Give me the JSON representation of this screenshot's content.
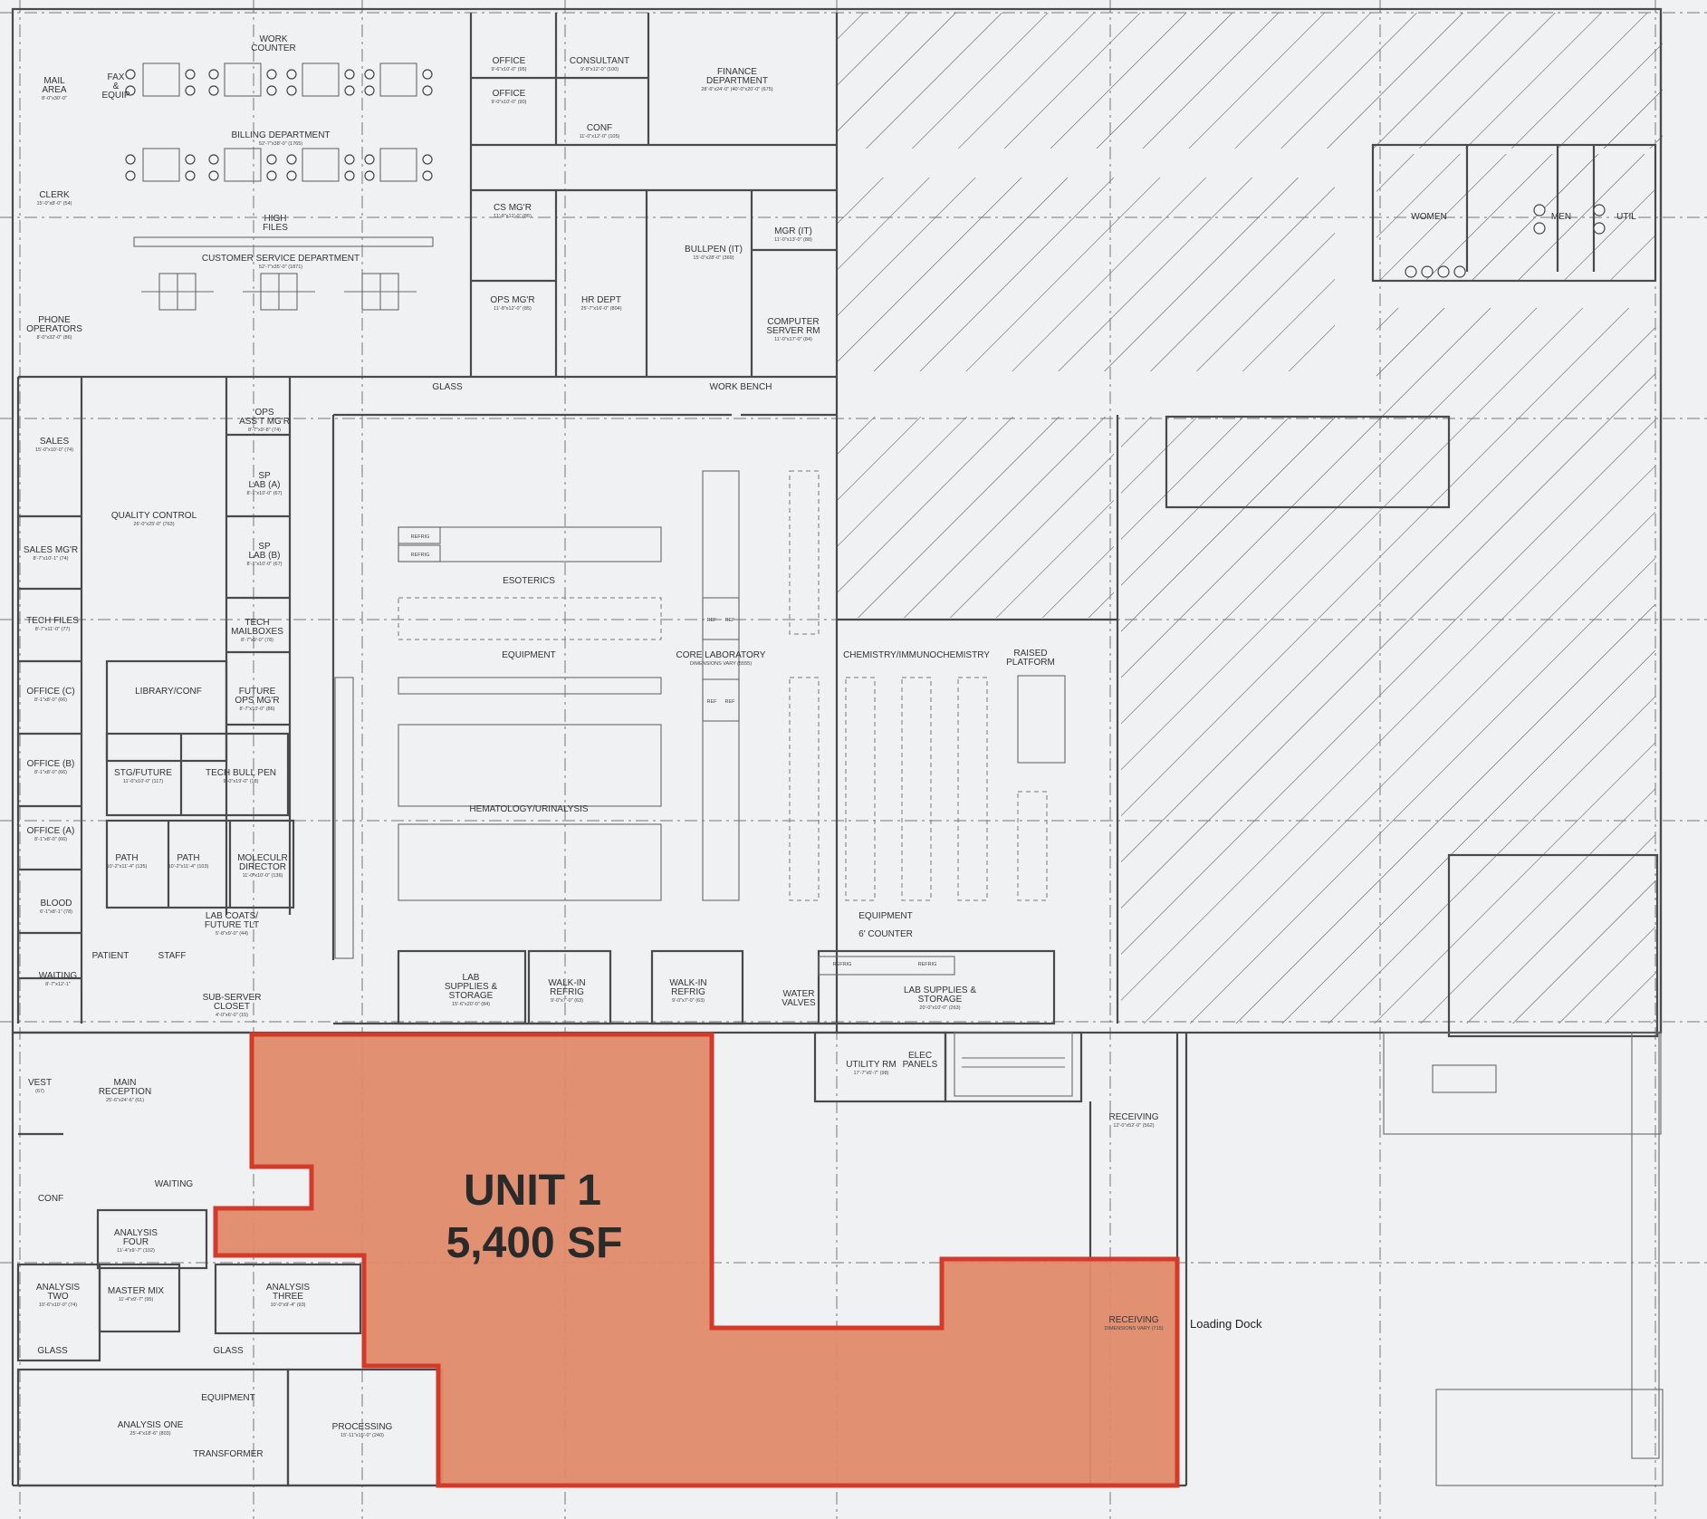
{
  "unit": {
    "name": "UNIT 1",
    "area": "5,400 SF",
    "fill_color": "#e08a6a",
    "outline_color": "#d43a2a"
  },
  "loading_dock": "Loading Dock",
  "rooms": [
    {
      "name": "MAIL AREA",
      "lines": [
        "MAIL",
        "AREA"
      ],
      "dims": "8'-0\"x30'-0\""
    },
    {
      "name": "FAX & EQUIP",
      "lines": [
        "FAX",
        "&",
        "EQUIP"
      ],
      "dims": ""
    },
    {
      "name": "WORK COUNTER",
      "lines": [
        "WORK",
        "COUNTER"
      ],
      "dims": ""
    },
    {
      "name": "BILLING DEPARTMENT",
      "lines": [
        "BILLING DEPARTMENT"
      ],
      "dims": "52'-7\"x38'-0\" (1765)"
    },
    {
      "name": "CLERK",
      "lines": [
        "CLERK"
      ],
      "dims": "15'-0\"x8'-0\" (54)"
    },
    {
      "name": "HIGH FILES",
      "lines": [
        "HIGH",
        "FILES"
      ],
      "dims": ""
    },
    {
      "name": "CUSTOMER SERVICE DEPARTMENT",
      "lines": [
        "CUSTOMER SERVICE DEPARTMENT"
      ],
      "dims": "52'-7\"x35'-0\" (1871)"
    },
    {
      "name": "PHONE OPERATORS",
      "lines": [
        "PHONE",
        "OPERATORS"
      ],
      "dims": "8'-0\"x32'-0\" (86)"
    },
    {
      "name": "OFFICE",
      "lines": [
        "OFFICE"
      ],
      "dims": "9'-6\"x10'-0\" (95)"
    },
    {
      "name": "OFFICE 2",
      "lines": [
        "OFFICE"
      ],
      "dims": "9'-0\"x10'-0\" (90)"
    },
    {
      "name": "CONSULTANT",
      "lines": [
        "CONSULTANT"
      ],
      "dims": "9'-8\"x12'-0\" (100)"
    },
    {
      "name": "CONF",
      "lines": [
        "CONF"
      ],
      "dims": "11'-0\"x12'-0\" (105)"
    },
    {
      "name": "FINANCE DEPARTMENT",
      "lines": [
        "FINANCE",
        "DEPARTMENT"
      ],
      "dims": "28'-6\"x24'-0\" (40'-0\"x20'-0\" (675)"
    },
    {
      "name": "CS MG'R",
      "lines": [
        "CS MG'R"
      ],
      "dims": "11'-8\"x12'-0\" (85)"
    },
    {
      "name": "OPS MG'R",
      "lines": [
        "OPS MG'R"
      ],
      "dims": "11'-8\"x12'-0\" (85)"
    },
    {
      "name": "HR DEPT",
      "lines": [
        "HR DEPT"
      ],
      "dims": "25'-7\"x16'-0\" (804)"
    },
    {
      "name": "BULLPEN (IT)",
      "lines": [
        "BULLPEN (IT)"
      ],
      "dims": "15'-0\"x28'-0\" (369)"
    },
    {
      "name": "MGR (IT)",
      "lines": [
        "MGR (IT)"
      ],
      "dims": "11'-0\"x13'-0\" (88)"
    },
    {
      "name": "COMPUTER SERVER RM",
      "lines": [
        "COMPUTER",
        "SERVER RM"
      ],
      "dims": "11'-0\"x17'-0\" (84)"
    },
    {
      "name": "GLASS 1",
      "lines": [
        "GLASS"
      ],
      "dims": ""
    },
    {
      "name": "WORK BENCH",
      "lines": [
        "WORK BENCH"
      ],
      "dims": ""
    },
    {
      "name": "OPS ASS'T MG'R",
      "lines": [
        "OPS",
        "ASS'T MG'R"
      ],
      "dims": "8'-7\"x9'-8\" (74)"
    },
    {
      "name": "SALES",
      "lines": [
        "SALES"
      ],
      "dims": "15'-0\"x10'-0\" (74)"
    },
    {
      "name": "SP LAB (A)",
      "lines": [
        "SP",
        "LAB (A)"
      ],
      "dims": "8'-1\"x10'-0\" (67)"
    },
    {
      "name": "QUALITY CONTROL",
      "lines": [
        "QUALITY CONTROL"
      ],
      "dims": "26'-0\"x25'-0\" (763)"
    },
    {
      "name": "SALES MG'R",
      "lines": [
        "SALES MG'R"
      ],
      "dims": "8'-7\"x10'-1\" (74)"
    },
    {
      "name": "SP LAB (B)",
      "lines": [
        "SP",
        "LAB (B)"
      ],
      "dims": "8'-1\"x10'-0\" (67)"
    },
    {
      "name": "TECH FILES",
      "lines": [
        "TECH FILES"
      ],
      "dims": "8'-7\"x11'-0\" (77)"
    },
    {
      "name": "TECH MAILBOXES",
      "lines": [
        "TECH",
        "MAILBOXES"
      ],
      "dims": "8'-7\"x9'-0\" (78)"
    },
    {
      "name": "OFFICE (C)",
      "lines": [
        "OFFICE (C)"
      ],
      "dims": "8'-1\"x8'-0\" (66)"
    },
    {
      "name": "LIBRARY/CONF",
      "lines": [
        "LIBRARY/CONF"
      ],
      "dims": ""
    },
    {
      "name": "FUTURE OPS MG'R",
      "lines": [
        "FUTURE",
        "OPS MG'R"
      ],
      "dims": "8'-7\"x10'-0\" (86)"
    },
    {
      "name": "OFFICE (B)",
      "lines": [
        "OFFICE (B)"
      ],
      "dims": "8'-1\"x8'-0\" (66)"
    },
    {
      "name": "STG/FUTURE",
      "lines": [
        "STG/FUTURE"
      ],
      "dims": "11'-0\"x10'-0\" (117)"
    },
    {
      "name": "TECH BULL PEN",
      "lines": [
        "TECH BULL PEN"
      ],
      "dims": "9'-0\"x19'-0\" (18)"
    },
    {
      "name": "OFFICE (A)",
      "lines": [
        "OFFICE (A)"
      ],
      "dims": "8'-1\"x8'-0\" (66)"
    },
    {
      "name": "PATH 1",
      "lines": [
        "PATH"
      ],
      "dims": "10'-2\"x11'-4\" (135)"
    },
    {
      "name": "PATH 2",
      "lines": [
        "PATH"
      ],
      "dims": "10'-2\"x11'-4\" (103)"
    },
    {
      "name": "MOLECULR DIRECTOR",
      "lines": [
        "MOLECULR",
        "DIRECTOR"
      ],
      "dims": "11'-0\"x10'-0\" (136)"
    },
    {
      "name": "BLOOD",
      "lines": [
        "BLOOD"
      ],
      "dims": "6'-1\"x8'-1\" (78)"
    },
    {
      "name": "LAB COATS/FUTURE TLT",
      "lines": [
        "LAB COATS/",
        "FUTURE TLT"
      ],
      "dims": "5'-8\"x9'-0\" (44)"
    },
    {
      "name": "PATIENT",
      "lines": [
        "PATIENT"
      ],
      "dims": ""
    },
    {
      "name": "STAFF",
      "lines": [
        "STAFF"
      ],
      "dims": ""
    },
    {
      "name": "WAITING",
      "lines": [
        "WAITING"
      ],
      "dims": "8'-7\"x12'-1\""
    },
    {
      "name": "SUB-SERVER CLOSET",
      "lines": [
        "SUB-SERVER",
        "CLOSET"
      ],
      "dims": "4'-0\"x6'-0\" (15)"
    },
    {
      "name": "ESOTERICS",
      "lines": [
        "ESOTERICS"
      ],
      "dims": ""
    },
    {
      "name": "EQUIPMENT",
      "lines": [
        "EQUIPMENT"
      ],
      "dims": ""
    },
    {
      "name": "CORE LABORATORY",
      "lines": [
        "CORE LABORATORY"
      ],
      "dims": "DIMENSIONS VARY (5555)"
    },
    {
      "name": "HEMATOLOGY/URINALYSIS",
      "lines": [
        "HEMATOLOGY/URINALYSIS"
      ],
      "dims": ""
    },
    {
      "name": "CHEMISTRY/IMMUNOCHEMISTRY",
      "lines": [
        "CHEMISTRY/IMMUNOCHEMISTRY"
      ],
      "dims": ""
    },
    {
      "name": "RAISED PLATFORM",
      "lines": [
        "RAISED",
        "PLATFORM"
      ],
      "dims": ""
    },
    {
      "name": "EQUIPMENT 2",
      "lines": [
        "EQUIPMENT"
      ],
      "dims": ""
    },
    {
      "name": "6' COUNTER",
      "lines": [
        "6' COUNTER"
      ],
      "dims": ""
    },
    {
      "name": "LAB SUPPLIES & STORAGE",
      "lines": [
        "LAB",
        "SUPPLIES &",
        "STORAGE"
      ],
      "dims": "15'-6\"x20'-0\" (84)"
    },
    {
      "name": "WALK-IN REFRIG 1",
      "lines": [
        "WALK-IN",
        "REFRIG"
      ],
      "dims": "9'-0\"x7'-0\" (63)"
    },
    {
      "name": "WALK-IN REFRIG 2",
      "lines": [
        "WALK-IN",
        "REFRIG"
      ],
      "dims": "9'-0\"x7'-0\" (63)"
    },
    {
      "name": "WATER VALVES",
      "lines": [
        "WATER",
        "VALVES"
      ],
      "dims": ""
    },
    {
      "name": "LAB SUPPLIES & STORAGE 2",
      "lines": [
        "LAB SUPPLIES &",
        "STORAGE"
      ],
      "dims": "20'-0\"x10'-0\" (263)"
    },
    {
      "name": "UTILITY RM",
      "lines": [
        "UTILITY RM"
      ],
      "dims": "17'-7\"x5'-7\" (98)"
    },
    {
      "name": "ELEC PANELS",
      "lines": [
        "ELEC",
        "PANELS"
      ],
      "dims": ""
    },
    {
      "name": "RECEIVING",
      "lines": [
        "RECEIVING"
      ],
      "dims": "12'-0\"x52'-0\" (562)"
    },
    {
      "name": "WOMEN",
      "lines": [
        "WOMEN"
      ],
      "dims": ""
    },
    {
      "name": "MEN",
      "lines": [
        "MEN"
      ],
      "dims": ""
    },
    {
      "name": "UTIL",
      "lines": [
        "UTIL"
      ],
      "dims": ""
    },
    {
      "name": "VEST",
      "lines": [
        "VEST"
      ],
      "dims": "(67)"
    },
    {
      "name": "MAIN RECEPTION",
      "lines": [
        "MAIN",
        "RECEPTION"
      ],
      "dims": "25'-6\"x24'-6\" (61)"
    },
    {
      "name": "WAITING 2",
      "lines": [
        "WAITING"
      ],
      "dims": ""
    },
    {
      "name": "CONF 2",
      "lines": [
        "CONF"
      ],
      "dims": ""
    },
    {
      "name": "ANALYSIS FOUR",
      "lines": [
        "ANALYSIS",
        "FOUR"
      ],
      "dims": "11'-4\"x9'-7\" (102)"
    },
    {
      "name": "ANALYSIS TWO",
      "lines": [
        "ANALYSIS",
        "TWO"
      ],
      "dims": "10'-6\"x10'-0\" (74)"
    },
    {
      "name": "MASTER MIX",
      "lines": [
        "MASTER MIX"
      ],
      "dims": "11'-4\"x9'-7\" (95)"
    },
    {
      "name": "ANALYSIS THREE",
      "lines": [
        "ANALYSIS",
        "THREE"
      ],
      "dims": "10'-0\"x9'-4\" (93)"
    },
    {
      "name": "GLASS 2",
      "lines": [
        "GLASS"
      ],
      "dims": ""
    },
    {
      "name": "GLASS 3",
      "lines": [
        "GLASS"
      ],
      "dims": ""
    },
    {
      "name": "EQUIPMENT 3",
      "lines": [
        "EQUIPMENT"
      ],
      "dims": ""
    },
    {
      "name": "ANALYSIS ONE",
      "lines": [
        "ANALYSIS ONE"
      ],
      "dims": "25'-4\"x18'-6\" (803)"
    },
    {
      "name": "PROCESSING",
      "lines": [
        "PROCESSING"
      ],
      "dims": "15'-11\"x15'-0\" (240)"
    },
    {
      "name": "TRANSFORMER",
      "lines": [
        "TRANSFORMER"
      ],
      "dims": ""
    },
    {
      "name": "RECEIVING 2",
      "lines": [
        "RECEIVING"
      ],
      "dims": "DIMENSIONS VARY (715)"
    }
  ],
  "small_labels": {
    "refrig": "REFRIG",
    "ref": "REF",
    "glass": "GLASS"
  }
}
